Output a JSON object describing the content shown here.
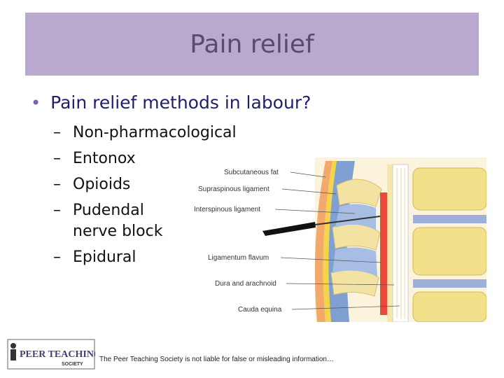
{
  "slide": {
    "title": "Pain relief",
    "question": "Pain relief methods in labour?",
    "methods": [
      "Non-pharmacological",
      "Entonox",
      "Opioids",
      "Pudendal nerve block",
      "Epidural"
    ]
  },
  "diagram": {
    "labels": {
      "subcutaneous_fat": "Subcutaneous fat",
      "supraspinous_ligament": "Supraspinous ligament",
      "interspinous_ligament": "Interspinous ligament",
      "ligamentum_flavum": "Ligamentum flavum",
      "dura_arachnoid": "Dura and arachnoid",
      "cauda_equina": "Cauda equina"
    }
  },
  "logo": {
    "text": "PEER TEACHING",
    "sub": "SOCIETY"
  },
  "footer": {
    "disclaimer": "The Peer Teaching Society is not liable for false or misleading information…"
  },
  "colors": {
    "title_band": "#b9a9cf",
    "title_text": "#5b4a6e",
    "bullet_text": "#1f1f6b"
  }
}
